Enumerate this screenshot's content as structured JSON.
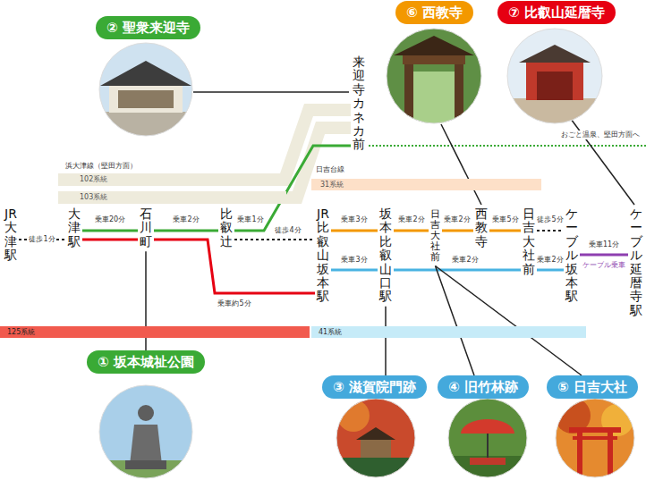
{
  "diagram": {
    "nodes": [
      {
        "text": [
          "② 聖衆来迎寺"
        ]
      },
      {
        "text": [
          "⑥ 西教寺"
        ]
      },
      {
        "text": [
          "⑦ 比叡山延暦寺"
        ]
      },
      {
        "text": [
          "来迎寺カネカ前"
        ]
      },
      {
        "text": [
          "102系統"
        ]
      },
      {
        "text": [
          "103系統"
        ]
      },
      {
        "text": [
          "31系統"
        ]
      },
      {
        "text": [
          "JR大津駅"
        ]
      },
      {
        "text": [
          "大津駅"
        ]
      },
      {
        "text": [
          "石川町"
        ]
      },
      {
        "text": [
          "比叡辻"
        ]
      },
      {
        "text": [
          "JR比叡山坂本駅"
        ]
      },
      {
        "text": [
          "坂本比叡山口駅"
        ]
      },
      {
        "text": [
          "日吉大社前"
        ]
      },
      {
        "text": [
          "西教寺"
        ]
      },
      {
        "text": [
          "日吉大社前"
        ]
      },
      {
        "text": [
          "ケーブル坂本駅"
        ]
      },
      {
        "text": [
          "ケーブル延暦寺駅"
        ]
      },
      {
        "text": [
          "125系統"
        ]
      },
      {
        "text": [
          "41系統"
        ]
      },
      {
        "text": [
          "① 坂本城祉公園"
        ]
      },
      {
        "text": [
          "③ 滋賀院門跡"
        ]
      },
      {
        "text": [
          "④ 旧竹林跡"
        ]
      },
      {
        "text": [
          "⑤ 日吉大社"
        ]
      }
    ],
    "edges": [
      {
        "from": 7,
        "to": 8,
        "arrow": "none",
        "label": "徒歩1分"
      },
      {
        "from": 8,
        "to": 9,
        "arrow": "none",
        "label": "乗車20分"
      },
      {
        "from": 8,
        "to": 9,
        "arrow": "none"
      },
      {
        "from": 9,
        "to": 10,
        "arrow": "none",
        "label": "乗車2分"
      },
      {
        "from": 10,
        "to": 3,
        "arrow": "none",
        "label": "乗車1分"
      },
      {
        "from": 10,
        "to": 11,
        "arrow": "none",
        "label": "徒歩4分"
      },
      {
        "from": 9,
        "to": 11,
        "arrow": "none",
        "label": "乗車約5分"
      },
      {
        "from": 11,
        "to": 12,
        "arrow": "none",
        "label": "乗車3分"
      },
      {
        "from": 12,
        "to": 13,
        "arrow": "none",
        "label": "乗車2分"
      },
      {
        "from": 13,
        "to": 14,
        "arrow": "none",
        "label": "乗車2分"
      },
      {
        "from": 14,
        "to": 15,
        "arrow": "none",
        "label": "乗車5分"
      },
      {
        "from": 15,
        "to": 16,
        "arrow": "none",
        "label": "徒歩5分"
      },
      {
        "from": 11,
        "to": 12,
        "arrow": "none",
        "label": "乗車3分"
      },
      {
        "from": 12,
        "to": 15,
        "arrow": "none",
        "label": "乗車2分"
      },
      {
        "from": 15,
        "to": 16,
        "arrow": "none",
        "label": "乗車2分"
      },
      {
        "from": 16,
        "to": 17,
        "arrow": "none",
        "label": "乗車11分"
      },
      {
        "from": 9,
        "to": 20,
        "arrow": "none"
      },
      {
        "from": 12,
        "to": 21,
        "arrow": "none"
      },
      {
        "from": 13,
        "to": 22,
        "arrow": "none"
      },
      {
        "from": 13,
        "to": 23,
        "arrow": "none"
      }
    ],
    "labels": [
      "浜大津線（堅田方面）",
      "日吉台線",
      "おごと温泉、堅田方面へ",
      "ケーブル乗車"
    ]
  }
}
